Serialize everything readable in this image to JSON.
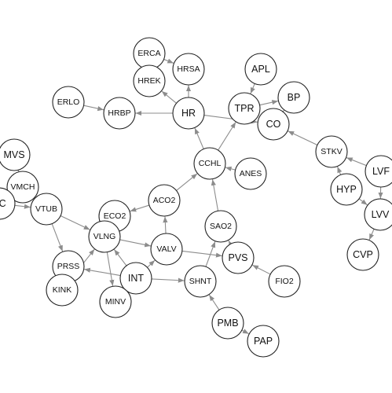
{
  "graph": {
    "edge_color": "#8c8c8c",
    "node_stroke": "#222222",
    "node_fill": "#ffffff",
    "nodes": [
      {
        "id": "ERCA"
      },
      {
        "id": "HRSA"
      },
      {
        "id": "HREK"
      },
      {
        "id": "APL"
      },
      {
        "id": "BP"
      },
      {
        "id": "ERLO"
      },
      {
        "id": "HRBP"
      },
      {
        "id": "HR"
      },
      {
        "id": "TPR"
      },
      {
        "id": "CO"
      },
      {
        "id": "MVS"
      },
      {
        "id": "VMCH"
      },
      {
        "id": "CCHL"
      },
      {
        "id": "ANES"
      },
      {
        "id": "STKV"
      },
      {
        "id": "LVF"
      },
      {
        "id": "HYP"
      },
      {
        "id": "ACO2"
      },
      {
        "id": "ECO2"
      },
      {
        "id": "LVV"
      },
      {
        "id": "SC"
      },
      {
        "id": "VTUB"
      },
      {
        "id": "SAO2"
      },
      {
        "id": "VALV"
      },
      {
        "id": "PVS"
      },
      {
        "id": "VLNG"
      },
      {
        "id": "PRSS"
      },
      {
        "id": "CVP"
      },
      {
        "id": "KINK"
      },
      {
        "id": "INT"
      },
      {
        "id": "SHNT"
      },
      {
        "id": "FIO2"
      },
      {
        "id": "MINV"
      },
      {
        "id": "PMB"
      },
      {
        "id": "PAP"
      }
    ],
    "edges": [
      {
        "from": "ERCA",
        "to": "HRSA"
      },
      {
        "from": "HR",
        "to": "HRSA"
      },
      {
        "from": "HR",
        "to": "HREK"
      },
      {
        "from": "HR",
        "to": "HRBP"
      },
      {
        "from": "ERLO",
        "to": "HRBP"
      },
      {
        "from": "HR",
        "to": "CO"
      },
      {
        "from": "APL",
        "to": "TPR"
      },
      {
        "from": "TPR",
        "to": "BP"
      },
      {
        "from": "CO",
        "to": "BP"
      },
      {
        "from": "STKV",
        "to": "CO"
      },
      {
        "from": "CCHL",
        "to": "HR"
      },
      {
        "from": "CCHL",
        "to": "TPR"
      },
      {
        "from": "ANES",
        "to": "CCHL"
      },
      {
        "from": "ACO2",
        "to": "CCHL"
      },
      {
        "from": "SAO2",
        "to": "CCHL"
      },
      {
        "from": "ACO2",
        "to": "ECO2"
      },
      {
        "from": "VALV",
        "to": "ACO2"
      },
      {
        "from": "MVS",
        "to": "VMCH"
      },
      {
        "from": "VMCH",
        "to": "VTUB"
      },
      {
        "from": "SC",
        "to": "VTUB"
      },
      {
        "from": "VTUB",
        "to": "PRSS"
      },
      {
        "from": "VTUB",
        "to": "VLNG"
      },
      {
        "from": "KINK",
        "to": "PRSS"
      },
      {
        "from": "KINK",
        "to": "VLNG"
      },
      {
        "from": "VLNG",
        "to": "ECO2"
      },
      {
        "from": "VLNG",
        "to": "VALV"
      },
      {
        "from": "VLNG",
        "to": "MINV"
      },
      {
        "from": "INT",
        "to": "PRSS"
      },
      {
        "from": "INT",
        "to": "VLNG"
      },
      {
        "from": "INT",
        "to": "VALV"
      },
      {
        "from": "INT",
        "to": "SHNT"
      },
      {
        "from": "INT",
        "to": "MINV"
      },
      {
        "from": "VALV",
        "to": "PVS"
      },
      {
        "from": "FIO2",
        "to": "PVS"
      },
      {
        "from": "PVS",
        "to": "SAO2"
      },
      {
        "from": "SHNT",
        "to": "SAO2"
      },
      {
        "from": "PMB",
        "to": "SHNT"
      },
      {
        "from": "PMB",
        "to": "PAP"
      },
      {
        "from": "LVF",
        "to": "STKV"
      },
      {
        "from": "HYP",
        "to": "STKV"
      },
      {
        "from": "LVF",
        "to": "LVV"
      },
      {
        "from": "HYP",
        "to": "LVV"
      },
      {
        "from": "LVV",
        "to": "CVP"
      }
    ]
  }
}
